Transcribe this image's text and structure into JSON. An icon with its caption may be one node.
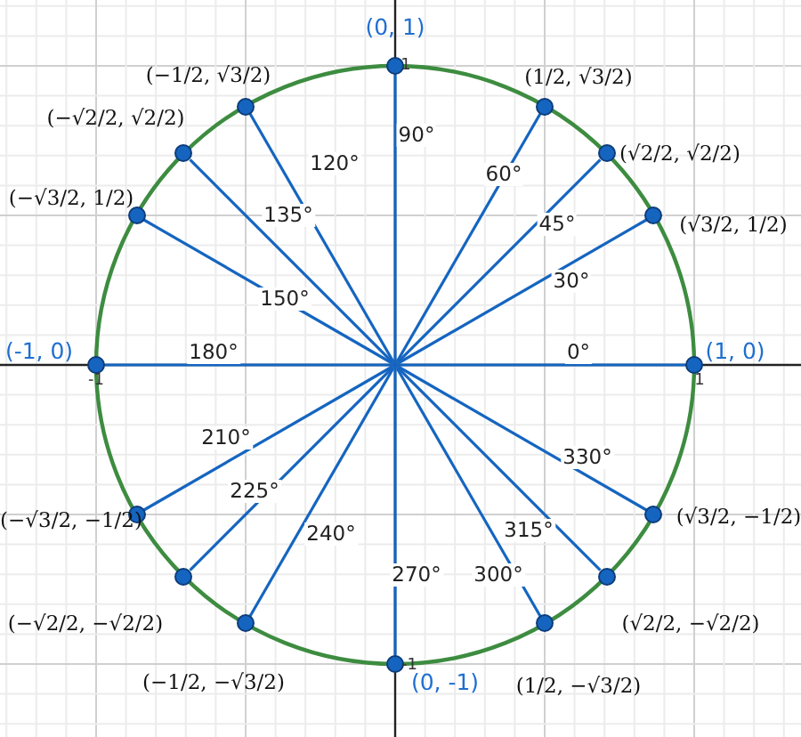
{
  "diagram": {
    "nodes": [
      {
        "text": [],
        "shape": "point"
      },
      {
        "text": [],
        "shape": "circle",
        "beside": [
          "(1, 0)"
        ]
      },
      {
        "text": [],
        "shape": "circle",
        "beside": [
          "(√3/2, 1/2)"
        ]
      },
      {
        "text": [],
        "shape": "circle",
        "beside": [
          "(√2/2, √2/2)"
        ]
      },
      {
        "text": [],
        "shape": "circle",
        "beside": [
          "(1/2, √3/2)"
        ]
      },
      {
        "text": [],
        "shape": "circle",
        "beside": [
          "(0, 1)"
        ]
      },
      {
        "text": [],
        "shape": "circle",
        "beside": [
          "(−1/2, √3/2)"
        ]
      },
      {
        "text": [],
        "shape": "circle",
        "beside": [
          "(−√2/2, √2/2)"
        ]
      },
      {
        "text": [],
        "shape": "circle",
        "beside": [
          "(−√3/2, 1/2)"
        ]
      },
      {
        "text": [],
        "shape": "circle",
        "beside": [
          "(-1, 0)"
        ]
      },
      {
        "text": [],
        "shape": "circle",
        "beside": [
          "(−√3/2, −1/2)"
        ]
      },
      {
        "text": [],
        "shape": "circle",
        "beside": [
          "(−√2/2, −√2/2)"
        ]
      },
      {
        "text": [],
        "shape": "circle",
        "beside": [
          "(−1/2, −√3/2)"
        ]
      },
      {
        "text": [],
        "shape": "circle",
        "beside": [
          "(0, -1)"
        ]
      },
      {
        "text": [],
        "shape": "circle",
        "beside": [
          "(1/2, −√3/2)"
        ]
      },
      {
        "text": [],
        "shape": "circle",
        "beside": [
          "(√2/2, −√2/2)"
        ]
      },
      {
        "text": [],
        "shape": "circle",
        "beside": [
          "(√3/2, −1/2)"
        ]
      }
    ],
    "edges": [
      {
        "from": 0,
        "to": 1,
        "arrow": "none",
        "label": "0°"
      },
      {
        "from": 0,
        "to": 2,
        "arrow": "none",
        "label": "30°"
      },
      {
        "from": 0,
        "to": 3,
        "arrow": "none",
        "label": "45°"
      },
      {
        "from": 0,
        "to": 4,
        "arrow": "none",
        "label": "60°"
      },
      {
        "from": 0,
        "to": 5,
        "arrow": "none",
        "label": "90°"
      },
      {
        "from": 0,
        "to": 6,
        "arrow": "none",
        "label": "120°"
      },
      {
        "from": 0,
        "to": 7,
        "arrow": "none",
        "label": "135°"
      },
      {
        "from": 0,
        "to": 8,
        "arrow": "none",
        "label": "150°"
      },
      {
        "from": 0,
        "to": 9,
        "arrow": "none",
        "label": "180°"
      },
      {
        "from": 0,
        "to": 10,
        "arrow": "none",
        "label": "210°"
      },
      {
        "from": 0,
        "to": 11,
        "arrow": "none",
        "label": "225°"
      },
      {
        "from": 0,
        "to": 12,
        "arrow": "none",
        "label": "240°"
      },
      {
        "from": 0,
        "to": 13,
        "arrow": "none",
        "label": "270°"
      },
      {
        "from": 0,
        "to": 14,
        "arrow": "none",
        "label": "300°"
      },
      {
        "from": 0,
        "to": 15,
        "arrow": "none",
        "label": "315°"
      },
      {
        "from": 0,
        "to": 16,
        "arrow": "none",
        "label": "330°"
      }
    ],
    "labels": [
      "1",
      "-1",
      "1",
      "-1"
    ]
  }
}
